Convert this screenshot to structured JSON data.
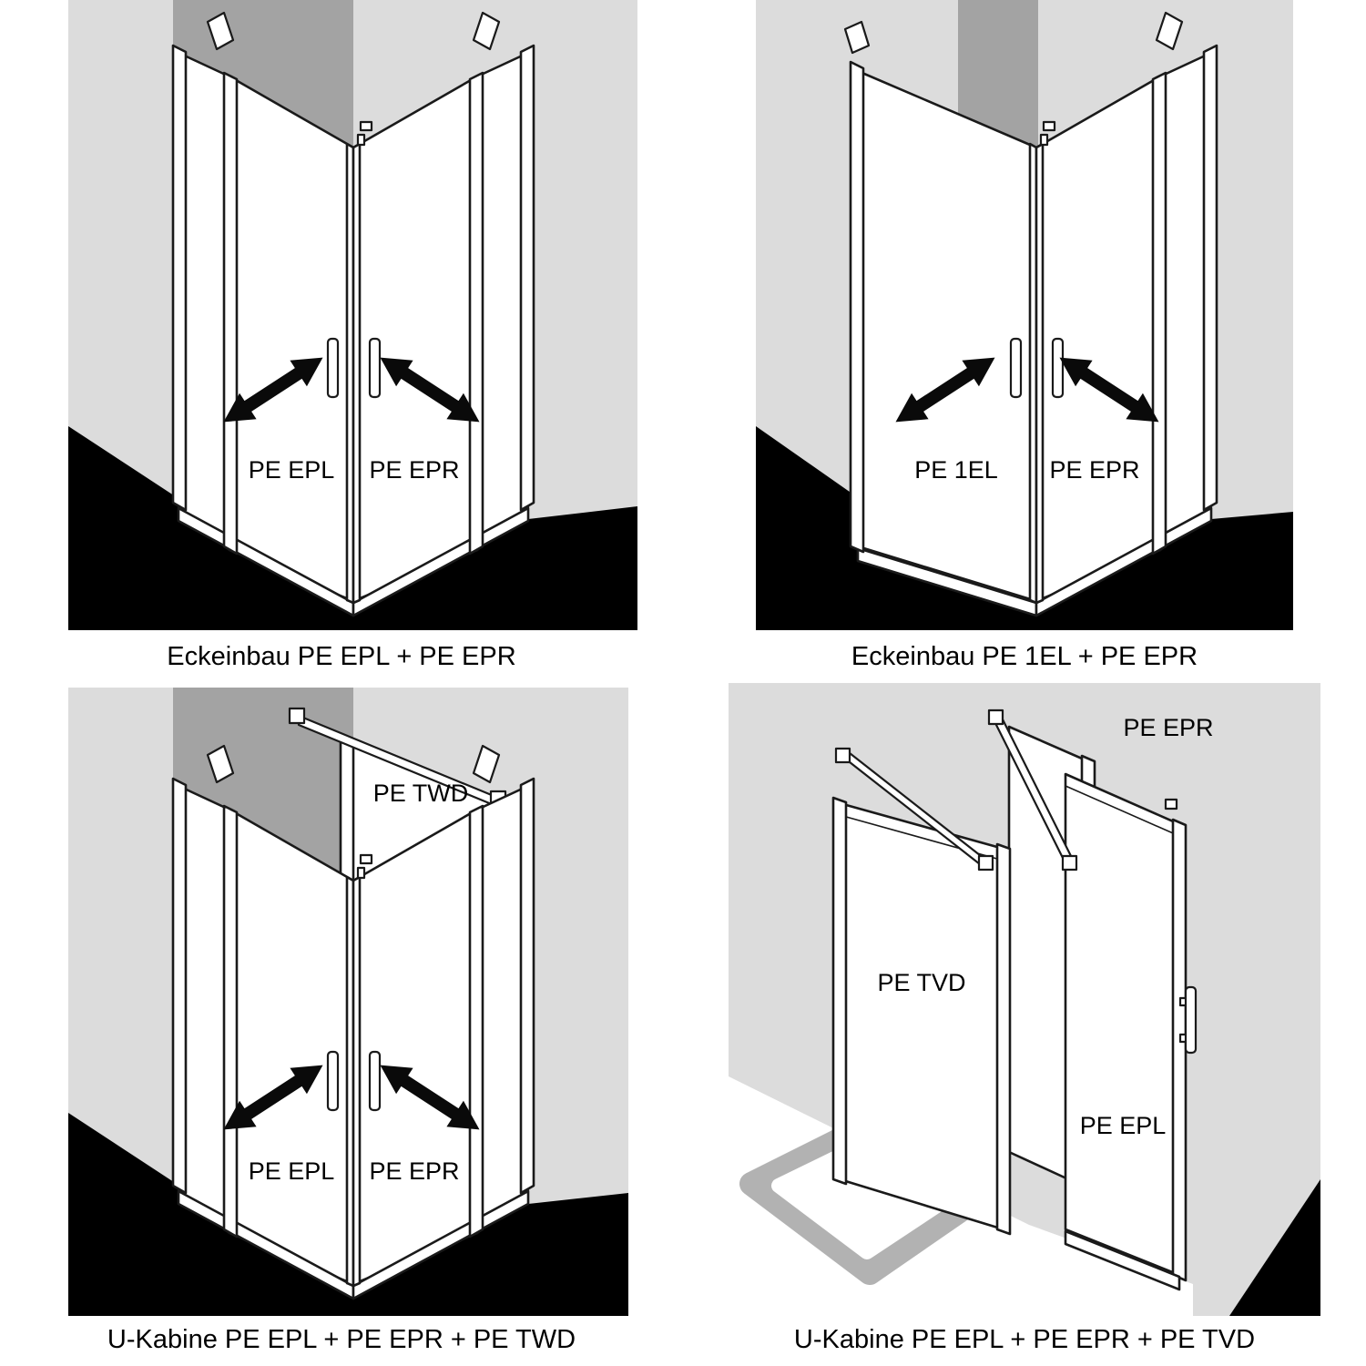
{
  "colors": {
    "wall": "#dcdcdc",
    "corner_shadow": "#a3a3a3",
    "floor": "#000000",
    "line": "#1a1a1a",
    "glass": "#ffffff",
    "tray": "#b2b2b2"
  },
  "diagrams": [
    {
      "id": "eckeinbau-pe-epl-pe-epr",
      "caption": "Eckeinbau PE EPL + PE EPR",
      "labels": {
        "left_door": "PE EPL",
        "right_door": "PE EPR"
      }
    },
    {
      "id": "eckeinbau-pe-1el-pe-epr",
      "caption": "Eckeinbau PE 1EL + PE EPR",
      "labels": {
        "left_door": "PE 1EL",
        "right_door": "PE EPR"
      }
    },
    {
      "id": "u-kabine-pe-epl-pe-epr-pe-twd",
      "caption": "U-Kabine PE EPL + PE EPR + PE TWD",
      "labels": {
        "left_door": "PE EPL",
        "right_door": "PE EPR",
        "side_panel": "PE TWD"
      }
    },
    {
      "id": "u-kabine-pe-epl-pe-epr-pe-tvd",
      "caption": "U-Kabine PE EPL + PE EPR + PE TVD",
      "labels": {
        "back_panel": "PE EPR",
        "side_panel": "PE TVD",
        "door": "PE EPL"
      }
    }
  ]
}
